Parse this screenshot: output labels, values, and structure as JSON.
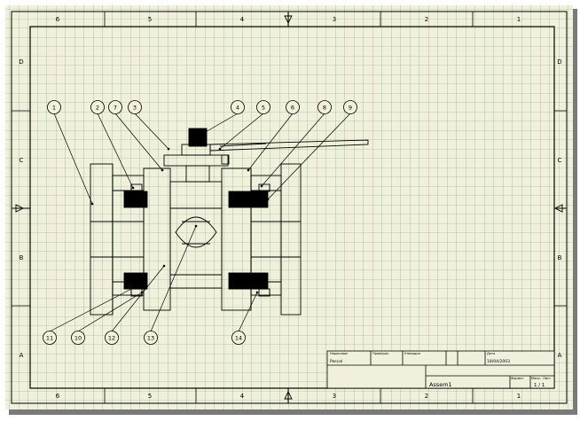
{
  "drawing": {
    "column_labels": [
      "6",
      "5",
      "4",
      "3",
      "2",
      "1"
    ],
    "row_labels": [
      "D",
      "C",
      "B",
      "A"
    ],
    "balloons": [
      "1",
      "2",
      "7",
      "3",
      "4",
      "5",
      "6",
      "8",
      "9",
      "11",
      "10",
      "12",
      "13",
      "14"
    ],
    "colors": {
      "paper": "#f0f0dc",
      "grid": "#7ba87b",
      "line": "#000000",
      "shadow": "#7a7a7a"
    }
  },
  "title_block": {
    "drawn_by_label": "Нарисовал",
    "drawn_by_value": "Pascal",
    "checked_label": "Проверил",
    "approved_label": "Утвердил",
    "date_label": "Дата",
    "date_value": "18/04/2003",
    "title": "Assem1",
    "format_label": "Формат",
    "scale_label": "Масш",
    "sheet_label": "Лист",
    "sheet_value": "1 / 1"
  }
}
